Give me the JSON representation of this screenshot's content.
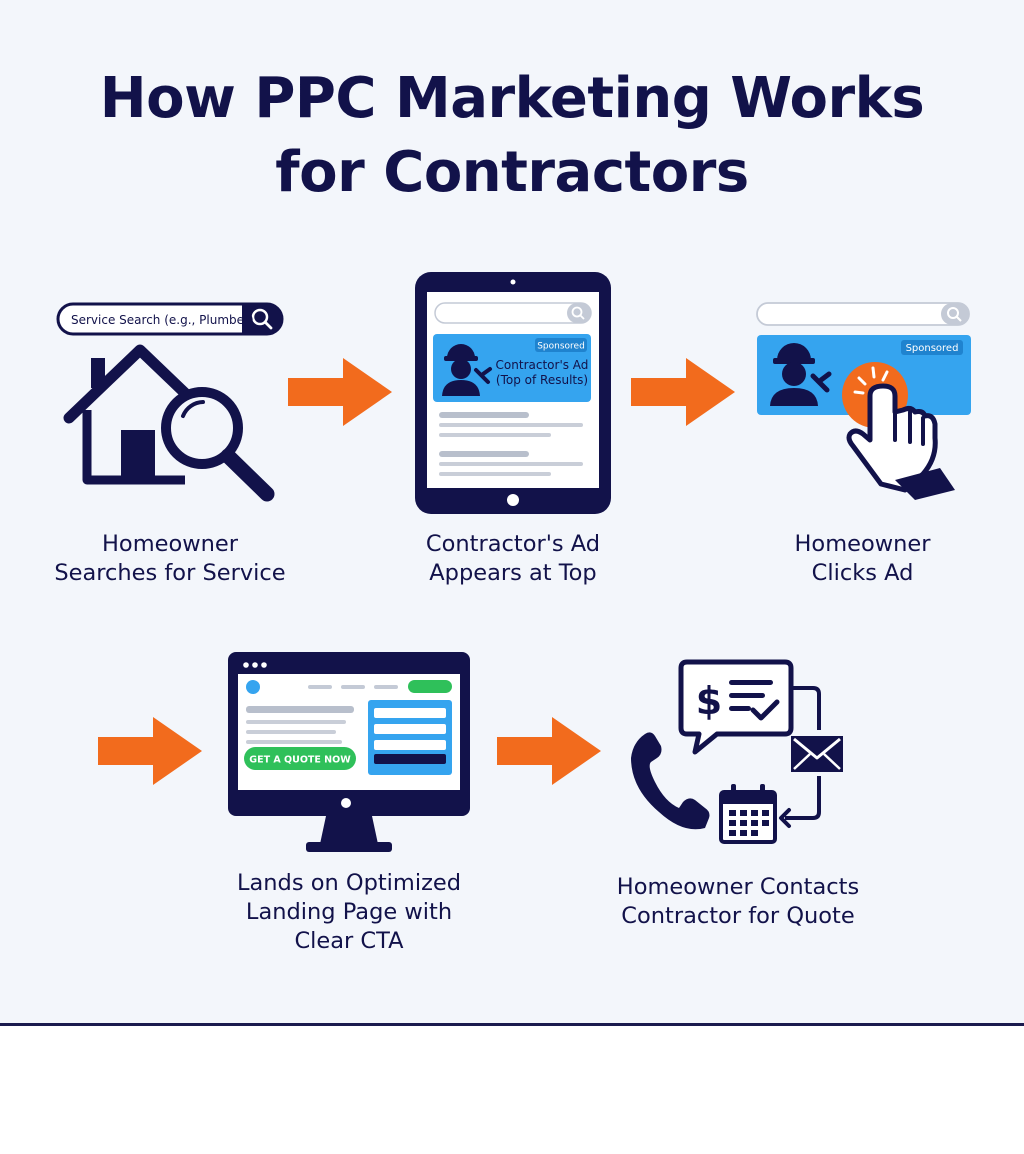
{
  "title": {
    "line1": "How PPC Marketing Works",
    "line2": "for Contractors"
  },
  "colors": {
    "navy": "#12124a",
    "arrow": "#f26b1d",
    "ad_blue": "#35a4ef",
    "cta_green": "#2fc05a",
    "background": "#f3f6fb"
  },
  "steps": [
    {
      "search_text": "Service Search (e.g., Plumber)",
      "caption_line1": "Homeowner",
      "caption_line2": "Searches for Service",
      "icons": [
        "house-icon",
        "magnifier-icon",
        "search-bar-icon"
      ]
    },
    {
      "sponsored_label": "Sponsored",
      "ad_line1": "Contractor's Ad",
      "ad_line2": "(Top of Results)",
      "caption_line1": "Contractor's Ad",
      "caption_line2": "Appears at Top",
      "icons": [
        "tablet-icon",
        "contractor-icon"
      ]
    },
    {
      "sponsored_label": "Sponsored",
      "caption_line1": "Homeowner",
      "caption_line2": "Clicks Ad",
      "icons": [
        "contractor-icon",
        "click-hand-icon"
      ]
    },
    {
      "cta_label": "GET A QUOTE NOW",
      "caption_line1": "Lands on Optimized",
      "caption_line2": "Landing Page with",
      "caption_line3": "Clear CTA",
      "icons": [
        "desktop-monitor-icon"
      ]
    },
    {
      "caption_line1": "Homeowner Contacts",
      "caption_line2": "Contractor for Quote",
      "icons": [
        "quote-bubble-icon",
        "phone-icon",
        "envelope-icon",
        "calendar-icon"
      ]
    }
  ]
}
